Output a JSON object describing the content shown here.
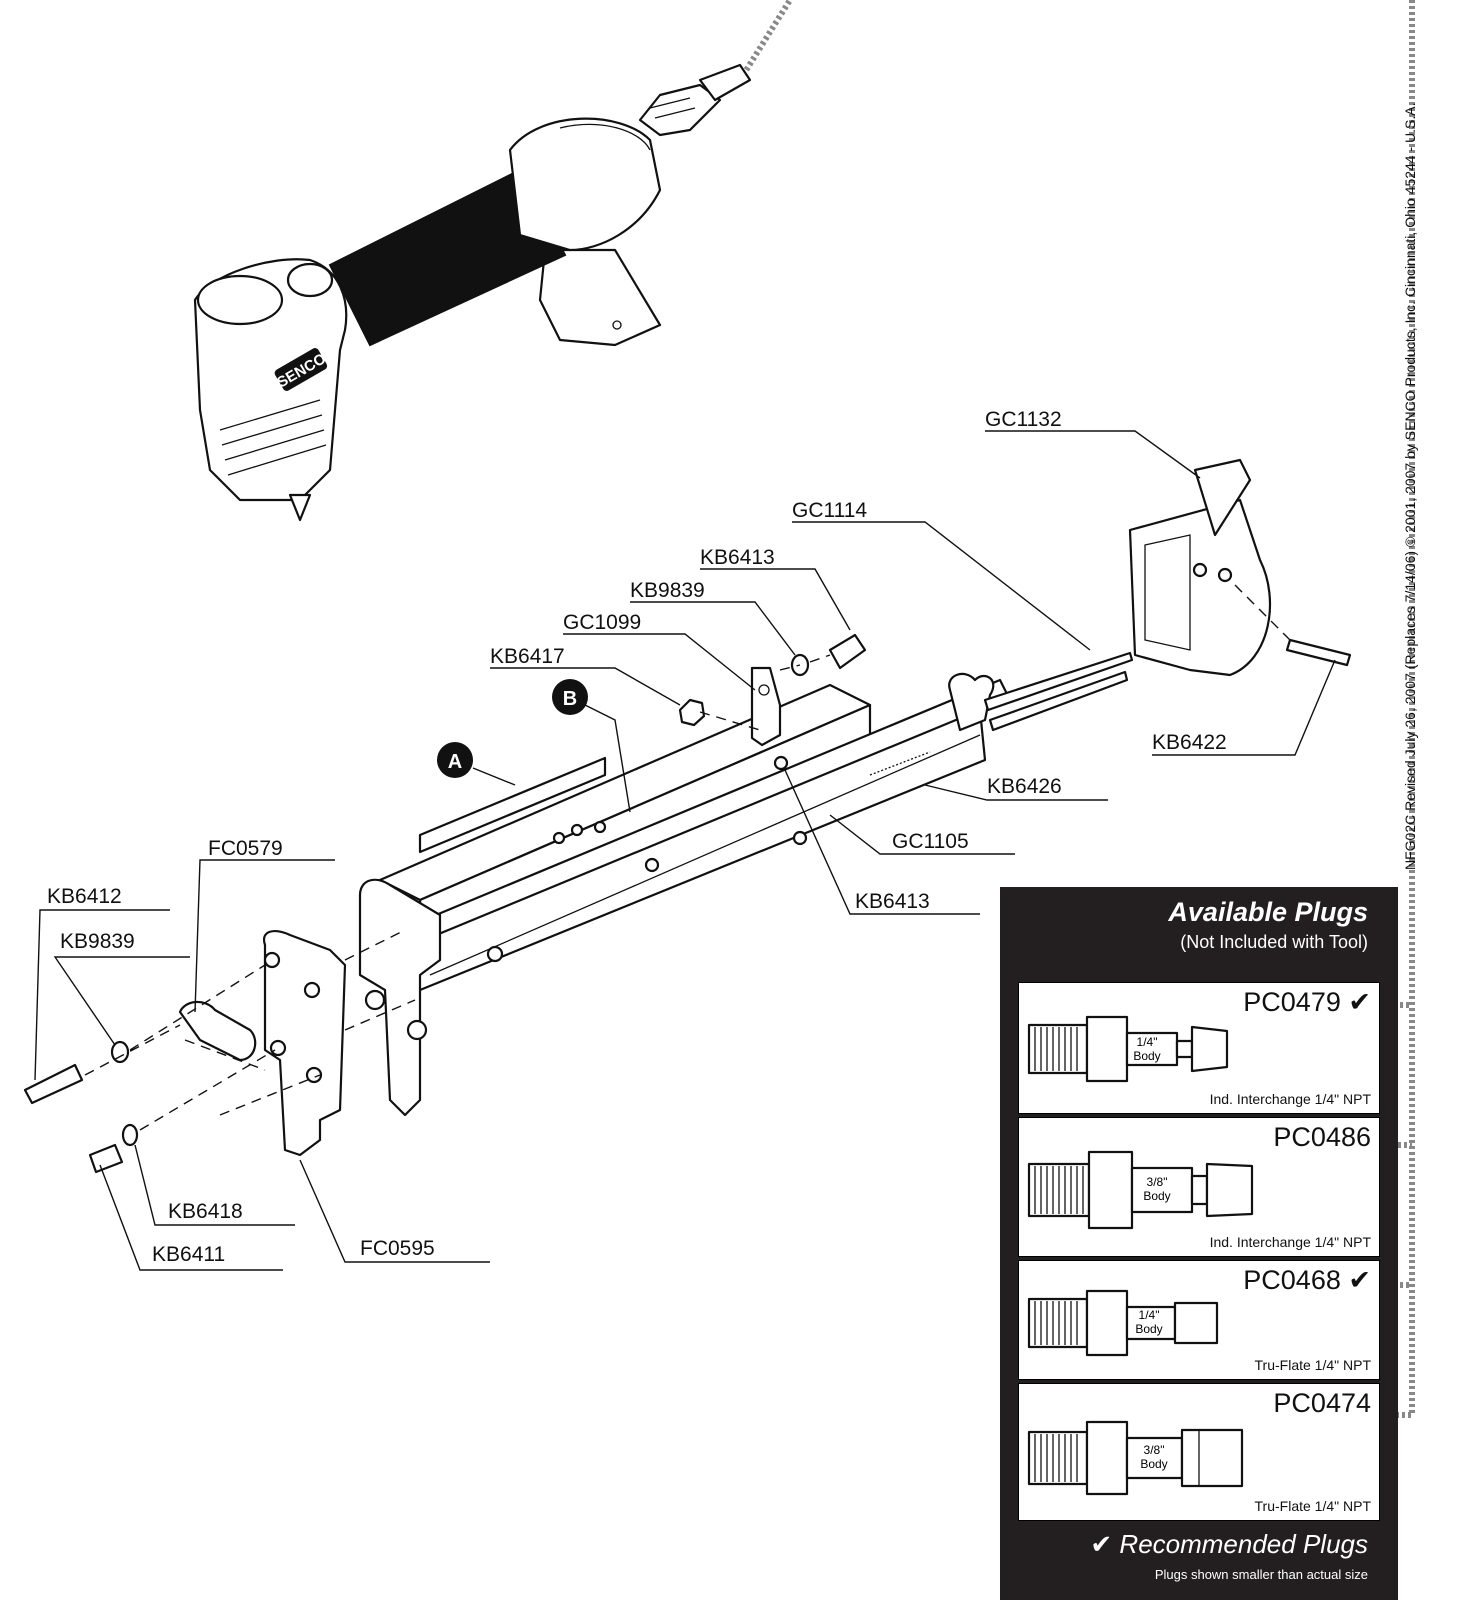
{
  "callouts": {
    "gc1132": "GC1132",
    "gc1114": "GC1114",
    "kb6413_top": "KB6413",
    "kb9839_top": "KB9839",
    "gc1099": "GC1099",
    "kb6417": "KB6417",
    "marker_a": "A",
    "marker_b": "B",
    "fc0579": "FC0579",
    "kb6412": "KB6412",
    "kb9839_left": "KB9839",
    "kb6422": "KB6422",
    "kb6426": "KB6426",
    "gc1105": "GC1105",
    "kb6413_mid": "KB6413",
    "kb6418": "KB6418",
    "fc0595": "FC0595",
    "kb6411": "KB6411"
  },
  "brand": "SENCO",
  "copyright": "NFG02C Revised July 26, 2007 (Replaces 7/14/06)  © 2001, 2007 by SENCO Products, Inc. Cincinnati, Ohio 45244 - U.S.A.",
  "plugs_panel": {
    "title": "Available Plugs",
    "subtitle": "(Not Included with Tool)",
    "plugs": [
      {
        "code": "PC0479",
        "check": "✔",
        "body": [
          "1/4\"",
          "Body"
        ],
        "desc": "Ind. Interchange 1/4\" NPT"
      },
      {
        "code": "PC0486",
        "check": "",
        "body": [
          "3/8\"",
          "Body"
        ],
        "desc": "Ind. Interchange 1/4\" NPT"
      },
      {
        "code": "PC0468",
        "check": "✔",
        "body": [
          "1/4\"",
          "Body"
        ],
        "desc": "Tru-Flate 1/4\" NPT"
      },
      {
        "code": "PC0474",
        "check": "",
        "body": [
          "3/8\"",
          "Body"
        ],
        "desc": "Tru-Flate 1/4\" NPT"
      }
    ],
    "recommended": "✔ Recommended Plugs",
    "note": "Plugs shown smaller than actual size"
  }
}
